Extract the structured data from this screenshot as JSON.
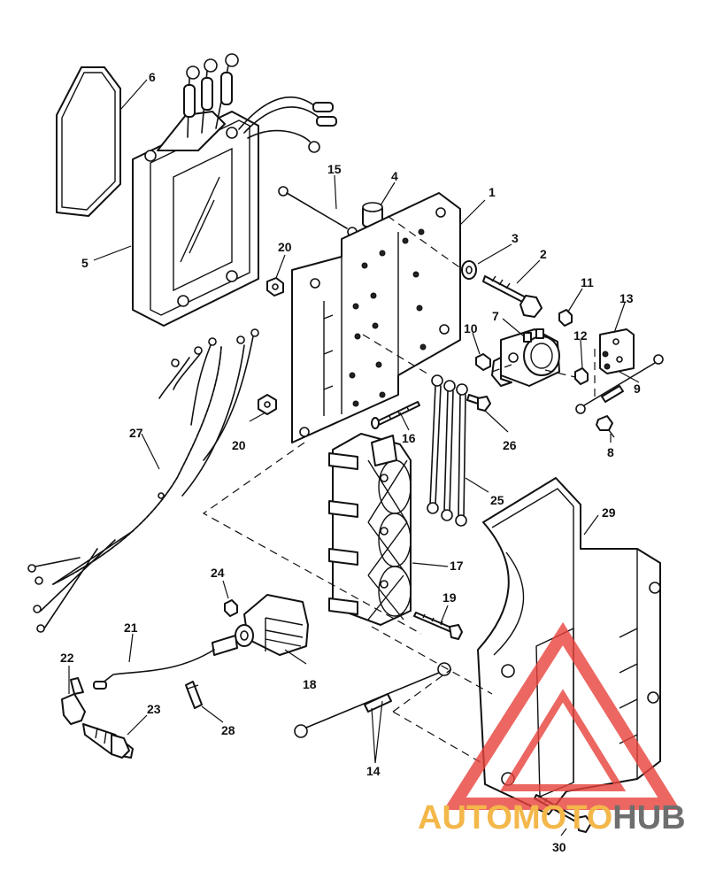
{
  "callouts": {
    "c1": "1",
    "c2": "2",
    "c3": "3",
    "c4": "4",
    "c5": "5",
    "c6": "6",
    "c7": "7",
    "c8": "8",
    "c9": "9",
    "c10": "10",
    "c11": "11",
    "c12": "12",
    "c13": "13",
    "c14": "14",
    "c15": "15",
    "c16": "16",
    "c17": "17",
    "c18": "18",
    "c19": "19",
    "c20a": "20",
    "c20b": "20",
    "c21": "21",
    "c22": "22",
    "c23": "23",
    "c24": "24",
    "c25": "25",
    "c26": "26",
    "c27": "27",
    "c28": "28",
    "c29": "29",
    "c30": "30"
  },
  "watermark": {
    "part1": "AUTOMOTO",
    "part2": "HUB",
    "triangle_color": "#e8423c",
    "text_accent_color": "#f3b74a",
    "text_dark_color": "#6e6e6e",
    "icon": "triangle-logo-icon"
  }
}
